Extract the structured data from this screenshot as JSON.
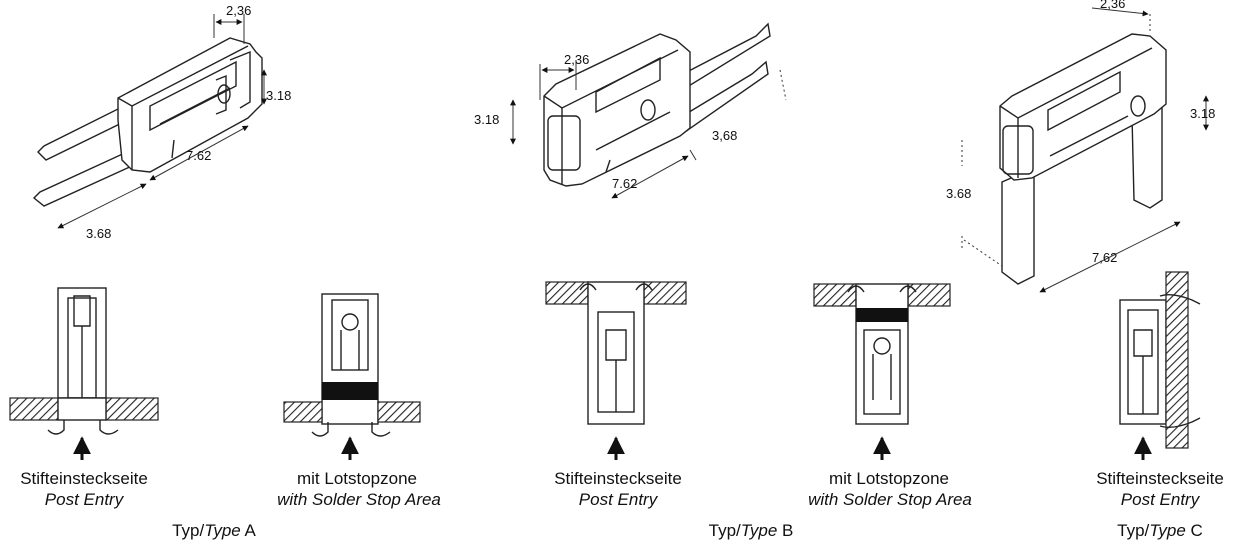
{
  "types": {
    "a": {
      "dims": {
        "w": "2,36",
        "h": "3.18",
        "pitch": "7.62",
        "pin": "3.68"
      },
      "panels": [
        {
          "line1": "Stifteinsteckseite",
          "line2": "Post Entry"
        },
        {
          "line1": "mit Lotstopzone",
          "line2": "with Solder Stop Area"
        }
      ],
      "label_prefix": "Typ/",
      "label_type": "Type",
      "label_letter": " A"
    },
    "b": {
      "dims": {
        "w": "2,36",
        "h": "3.18",
        "pitch": "7.62",
        "pin": "3,68"
      },
      "panels": [
        {
          "line1": "Stifteinsteckseite",
          "line2": "Post Entry"
        },
        {
          "line1": "mit Lotstopzone",
          "line2": "with Solder Stop Area"
        }
      ],
      "label_prefix": "Typ/",
      "label_type": "Type",
      "label_letter": " B"
    },
    "c": {
      "dims": {
        "w": "2,36",
        "h": "3.18",
        "pitch": "7,62",
        "pin": "3.68"
      },
      "panels": [
        {
          "line1": "Stifteinsteckseite",
          "line2": "Post Entry"
        }
      ],
      "label_prefix": "Typ/",
      "label_type": "Type",
      "label_letter": " C"
    }
  }
}
